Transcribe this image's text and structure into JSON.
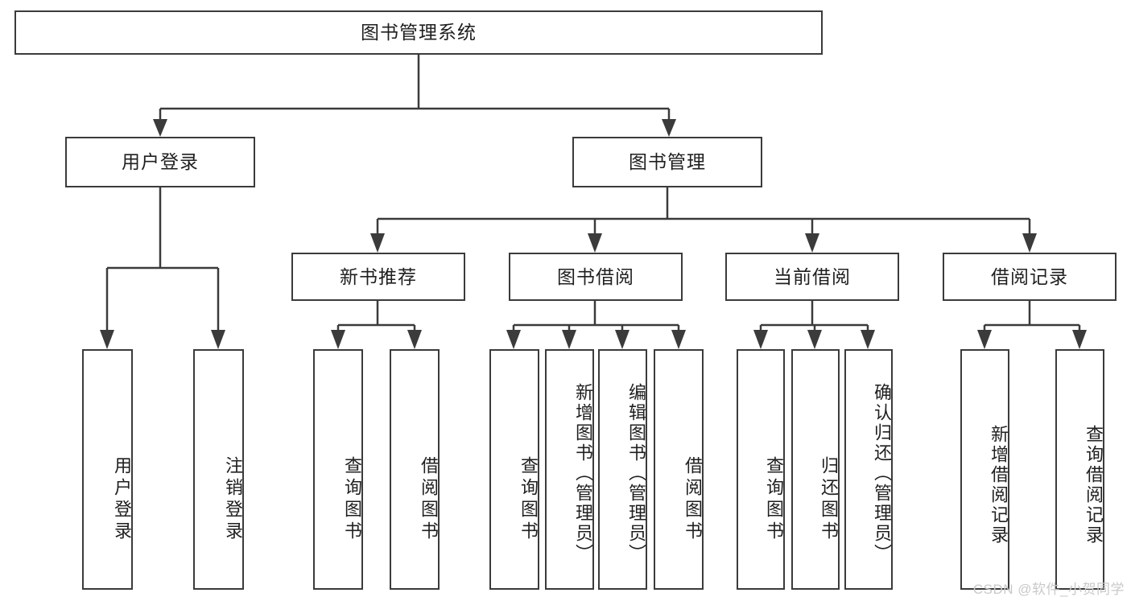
{
  "diagram": {
    "title": "图书管理系统",
    "type": "tree",
    "root": {
      "id": "root",
      "label": "图书管理系统",
      "orientation": "horizontal"
    },
    "level1": [
      {
        "id": "user-login",
        "label": "用户登录",
        "orientation": "horizontal"
      },
      {
        "id": "book-manage",
        "label": "图书管理",
        "orientation": "horizontal"
      }
    ],
    "level2": [
      {
        "id": "new-book-recommend",
        "label": "新书推荐",
        "orientation": "horizontal",
        "parent": "book-manage"
      },
      {
        "id": "book-borrow",
        "label": "图书借阅",
        "orientation": "horizontal",
        "parent": "book-manage"
      },
      {
        "id": "current-borrow",
        "label": "当前借阅",
        "orientation": "horizontal",
        "parent": "book-manage"
      },
      {
        "id": "borrow-record",
        "label": "借阅记录",
        "orientation": "horizontal",
        "parent": "book-manage"
      }
    ],
    "leaves": [
      {
        "id": "leaf-user-login",
        "label": "用户登录",
        "orientation": "vertical",
        "parent": "user-login"
      },
      {
        "id": "leaf-user-logout",
        "label": "注销登录",
        "orientation": "vertical",
        "parent": "user-login"
      },
      {
        "id": "leaf-query-book-1",
        "label": "查询图书",
        "orientation": "vertical",
        "parent": "new-book-recommend"
      },
      {
        "id": "leaf-borrow-book-1",
        "label": "借阅图书",
        "orientation": "vertical",
        "parent": "new-book-recommend"
      },
      {
        "id": "leaf-query-book-2",
        "label": "查询图书",
        "orientation": "vertical",
        "parent": "book-borrow"
      },
      {
        "id": "leaf-add-book",
        "label": "新增图书（管理员）",
        "orientation": "vertical",
        "parent": "book-borrow"
      },
      {
        "id": "leaf-edit-book",
        "label": "编辑图书（管理员）",
        "orientation": "vertical",
        "parent": "book-borrow"
      },
      {
        "id": "leaf-borrow-book-2",
        "label": "借阅图书",
        "orientation": "vertical",
        "parent": "book-borrow"
      },
      {
        "id": "leaf-query-book-3",
        "label": "查询图书",
        "orientation": "vertical",
        "parent": "current-borrow"
      },
      {
        "id": "leaf-return-book",
        "label": "归还图书",
        "orientation": "vertical",
        "parent": "current-borrow"
      },
      {
        "id": "leaf-confirm-return",
        "label": "确认归还（管理员）",
        "orientation": "vertical",
        "parent": "current-borrow"
      },
      {
        "id": "leaf-add-record",
        "label": "新增借阅记录",
        "orientation": "vertical",
        "parent": "borrow-record"
      },
      {
        "id": "leaf-query-record",
        "label": "查询借阅记录",
        "orientation": "vertical",
        "parent": "borrow-record"
      }
    ],
    "colors": {
      "stroke": "#3b3b3b",
      "fill": "#ffffff",
      "text": "#1f1f1f",
      "watermark": "#c9c9c9"
    }
  },
  "watermark": {
    "text": "CSDN @软件_小贺同学"
  }
}
